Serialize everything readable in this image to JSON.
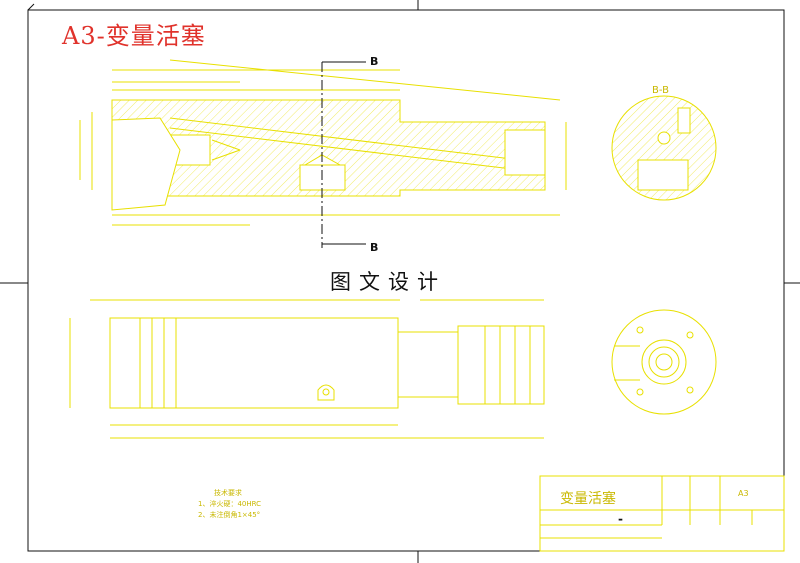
{
  "header": {
    "title": "A3-变量活塞"
  },
  "caption": "图文设计",
  "section": {
    "label_top": "B",
    "label_bottom": "B",
    "view_label": "B-B"
  },
  "notes": {
    "title": "技术要求",
    "line1": "1、淬火硬：40HRC",
    "line2": "2、未注倒角1×45°"
  },
  "title_block": {
    "name": "变量活塞",
    "scale": "A3",
    "mark": "-"
  },
  "colors": {
    "outline": "#e8e000",
    "dim": "#d8d000",
    "border": "#111111",
    "title": "#e0322b"
  }
}
